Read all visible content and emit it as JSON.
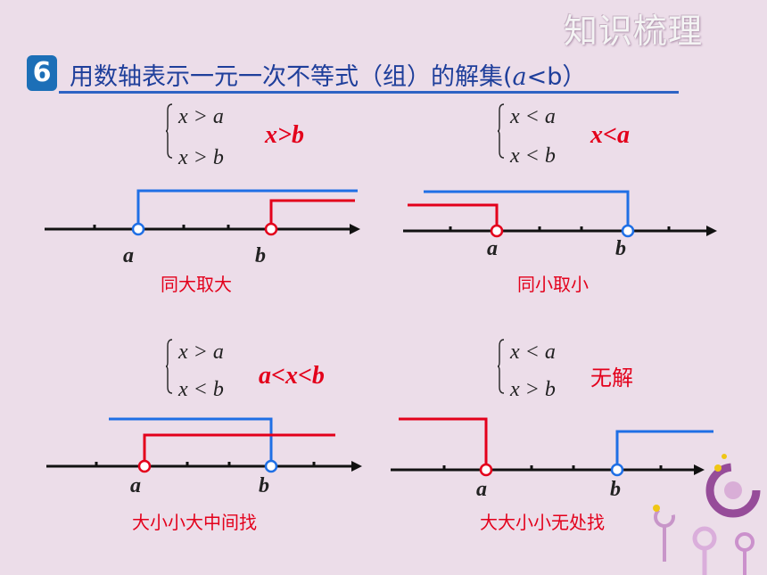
{
  "header": {
    "corner_title": "知识梳理",
    "number": "6",
    "title_prefix": "用数轴表示一元一次不等式（组）的解集(",
    "title_var": "a",
    "title_suffix": "<b）"
  },
  "panels": [
    {
      "system": [
        "x > a",
        "x > b"
      ],
      "solution": "x>b",
      "rule": "同大取大",
      "labels": [
        "a",
        "b"
      ]
    },
    {
      "system": [
        "x < a",
        "x < b"
      ],
      "solution": "x<a",
      "rule": "同小取小",
      "labels": [
        "a",
        "b"
      ]
    },
    {
      "system": [
        "x > a",
        "x < b"
      ],
      "solution": "a<x<b",
      "rule": "大小小大中间找",
      "labels": [
        "a",
        "b"
      ]
    },
    {
      "system": [
        "x < a",
        "x > b"
      ],
      "solution": "无解",
      "rule": "大大小小无处找",
      "labels": [
        "a",
        "b"
      ]
    }
  ],
  "colors": {
    "red": "#e3001b",
    "blue": "#1f6fe5",
    "axis": "#111111"
  }
}
